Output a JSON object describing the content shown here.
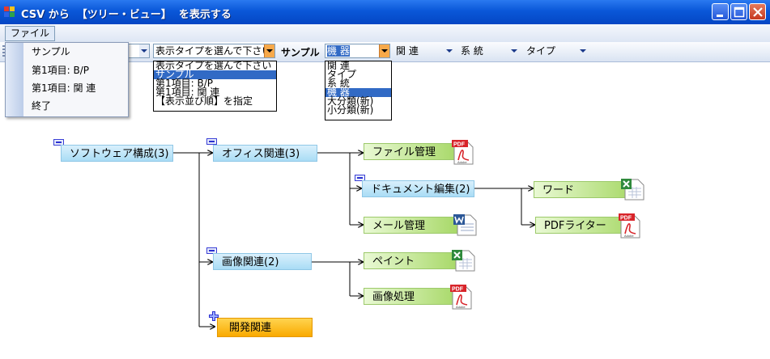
{
  "window": {
    "title": "CSV から  【ツリー・ビュー】  を表示する"
  },
  "menu": {
    "file_label": "ファイル",
    "file_items": [
      "サンプル",
      "第1項目:  B/P",
      "第1項目:  関 連",
      "終了"
    ]
  },
  "toolbar": {
    "display_type_value": "表示タイプを選んで下さい",
    "sample_label": "サンプル",
    "kiki_value": "機 器",
    "kanren_value": "関 連",
    "keitou_value": "系 統",
    "type_value": "タイプ"
  },
  "display_type_dropdown": {
    "options": [
      "表示タイプを選んで下さい",
      "サンプル",
      "第1項目:  B/P",
      "第1項目:  関 連",
      "【表示並び順】を指定"
    ],
    "selected_index": 1
  },
  "kiki_dropdown": {
    "options": [
      "関 連",
      "タイプ",
      "系 統",
      "機 器",
      "大分類(新)",
      "小分類(新)"
    ],
    "selected_index": 3
  },
  "tree": {
    "root": "ソフトウェア構成(3)",
    "office": "オフィス関連(3)",
    "file_mgmt": "ファイル管理",
    "doc_edit": "ドキュメント編集(2)",
    "word": "ワード",
    "pdf_writer": "PDFライター",
    "mail_mgmt": "メール管理",
    "image": "画像関連(2)",
    "paint": "ペイント",
    "image_proc": "画像処理",
    "dev": "開発関連"
  },
  "icons": {
    "pdf_badge": "PDF",
    "adobe_text": "Adobe",
    "colors": {
      "pdf_red": "#d8242a",
      "excel_green": "#2f8a3c",
      "word_blue": "#2b5797"
    }
  }
}
